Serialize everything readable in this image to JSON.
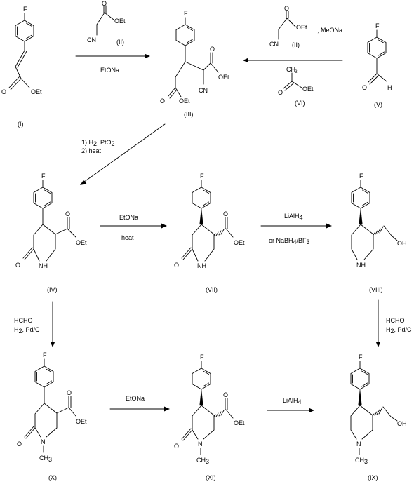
{
  "scheme": {
    "atoms": {
      "F": "F",
      "OEt": "OEt",
      "O": "O",
      "N": "N",
      "NH": "NH",
      "CN": "CN",
      "OH": "OH",
      "H": "H",
      "CH3": "CH",
      "Me_sub": "3",
      "Et": "Et"
    },
    "compounds": {
      "I": "(I)",
      "II": "(II)",
      "III": "(III)",
      "IV": "(IV)",
      "V": "(V)",
      "VI": "(VI)",
      "VII": "(VII)",
      "VIII": "(VIII)",
      "IX": "(IX)",
      "X": "(X)",
      "XI": "(XI)"
    },
    "reagents": {
      "II_top": "(II)",
      "II_right": "(II)",
      "MeONa": ", MeONa",
      "EtONa": "EtONa",
      "heat": "heat",
      "step1": "1) H",
      "step1_sub": "2",
      "step1_tail": ", PtO",
      "step1_sub2": "2",
      "step2": "2) heat",
      "LiAlH4": "LiAlH",
      "sub4": "4",
      "or_NaBH": "or NaBH",
      "BF": "/BF",
      "sub3": "3",
      "HCHO": "HCHO",
      "H2": "H",
      "PdC": ", Pd/C"
    }
  }
}
